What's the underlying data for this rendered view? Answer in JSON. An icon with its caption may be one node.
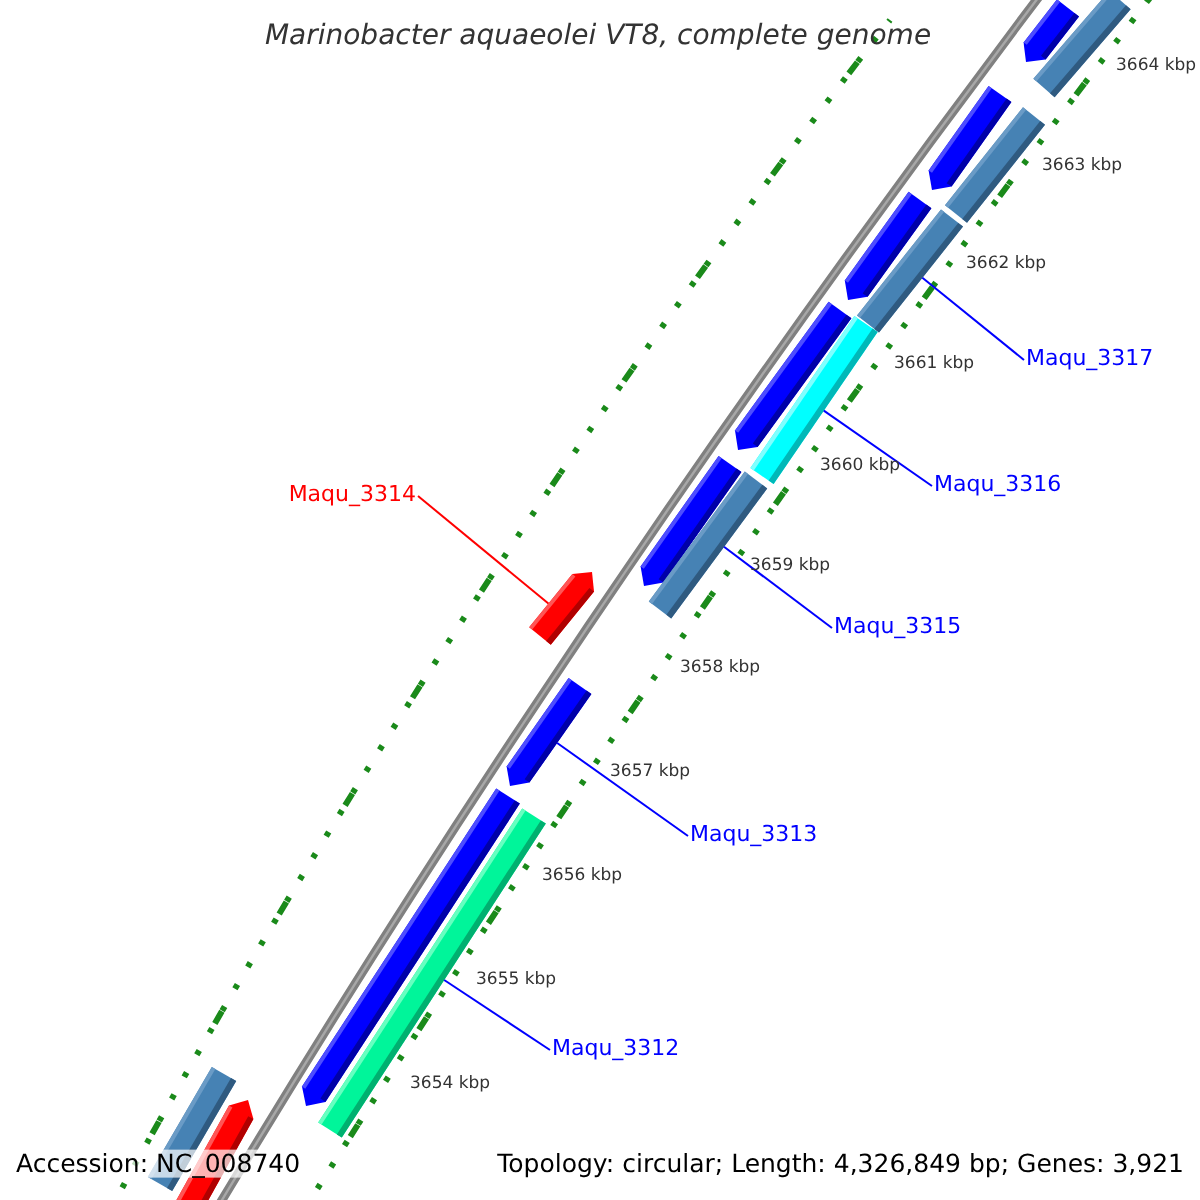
{
  "diagram": {
    "title": "Marinobacter aquaeolei VT8, complete genome",
    "nodes": [
      {
        "text": [
          "Maqu_3317"
        ]
      },
      {
        "text": [
          "Maqu_3316"
        ]
      },
      {
        "text": [
          "Maqu_3314"
        ]
      },
      {
        "text": [
          "Maqu_3315"
        ]
      },
      {
        "text": [
          "Maqu_3313"
        ]
      },
      {
        "text": [
          "Maqu_3312"
        ]
      },
      {
        "text": [],
        "shape": "bar"
      },
      {
        "text": [],
        "shape": "bar"
      },
      {
        "text": [],
        "shape": "bar"
      },
      {
        "text": [],
        "shape": "bar"
      },
      {
        "text": [],
        "shape": "bar"
      },
      {
        "text": [],
        "shape": "bar"
      },
      {
        "text": [],
        "shape": "bar"
      },
      {
        "text": [],
        "shape": "bar"
      },
      {
        "text": [],
        "shape": "bar"
      },
      {
        "text": [],
        "shape": "bar"
      },
      {
        "text": [],
        "shape": "bar"
      },
      {
        "text": [],
        "shape": "bar"
      },
      {
        "text": [],
        "shape": "bar"
      },
      {
        "text": [],
        "shape": "bar"
      },
      {
        "text": [],
        "shape": "bar"
      },
      {
        "text": [],
        "shape": "bar"
      }
    ],
    "edges": [
      {
        "from": 0,
        "to": 11,
        "arrow": "none"
      },
      {
        "from": 1,
        "to": 13,
        "arrow": "none"
      },
      {
        "from": 2,
        "to": 16,
        "arrow": "none",
        "color": "#ff0000"
      },
      {
        "from": 3,
        "to": 15,
        "arrow": "none"
      },
      {
        "from": 4,
        "to": 17,
        "arrow": "none"
      },
      {
        "from": 5,
        "to": 19,
        "arrow": "none"
      }
    ],
    "labels": [
      "3664 kbp",
      "3663 kbp",
      "3662 kbp",
      "3661 kbp",
      "3660 kbp",
      "3659 kbp",
      "3658 kbp",
      "3657 kbp",
      "3656 kbp",
      "3655 kbp",
      "3654 kbp",
      "Accession: NC_008740",
      "Topology: circular; Length: 4,326,849 bp; Genes: 3,921"
    ]
  }
}
